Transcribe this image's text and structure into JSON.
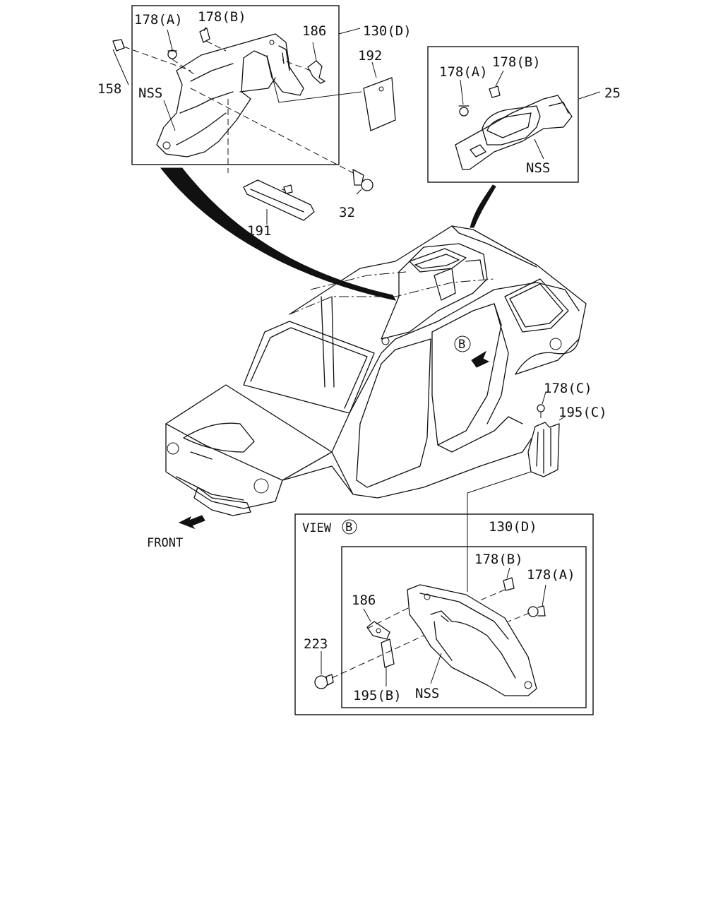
{
  "labels": {
    "p178a_top": "178(A)",
    "p178b_top": "178(B)",
    "p186_top": "186",
    "p130d_top": "130(D)",
    "p158": "158",
    "nss_top": "NSS",
    "p192": "192",
    "p32": "32",
    "p191": "191",
    "p178a_r": "178(A)",
    "p178b_r": "178(B)",
    "p25": "25",
    "nss_r": "NSS",
    "view_b_marker": "B",
    "p178c": "178(C)",
    "p195c": "195(C)",
    "front": "FRONT",
    "view_b_title": "VIEW",
    "view_b_circle": "B",
    "p130d_view": "130(D)",
    "p178b_view": "178(B)",
    "p178a_view": "178(A)",
    "p186_view": "186",
    "p223": "223",
    "p195b": "195(B)",
    "nss_view": "NSS"
  }
}
